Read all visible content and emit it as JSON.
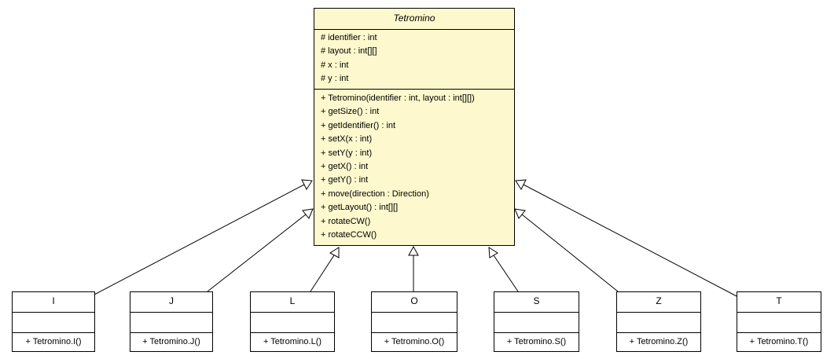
{
  "parent": {
    "name": "Tetromino",
    "attributes": [
      "# identifier : int",
      "# layout : int[][]",
      "# x : int",
      "# y : int"
    ],
    "operations": [
      "+ Tetromino(identifier : int, layout : int[][])",
      "+ getSize() : int",
      "+ getIdentifier() : int",
      "+ setX(x : int)",
      "+ setY(y : int)",
      "+ getX() : int",
      "+ getY() : int",
      "+ move(direction : Direction)",
      "+ getLayout() : int[][]",
      "+ rotateCW()",
      "+ rotateCCW()"
    ],
    "fill": "#fdf8cd"
  },
  "children": [
    {
      "name": "I",
      "operation": "+ Tetromino.I()"
    },
    {
      "name": "J",
      "operation": "+ Tetromino.J()"
    },
    {
      "name": "L",
      "operation": "+ Tetromino.L()"
    },
    {
      "name": "O",
      "operation": "+ Tetromino.O()"
    },
    {
      "name": "S",
      "operation": "+ Tetromino.S()"
    },
    {
      "name": "Z",
      "operation": "+ Tetromino.Z()"
    },
    {
      "name": "T",
      "operation": "+ Tetromino.T()"
    }
  ]
}
